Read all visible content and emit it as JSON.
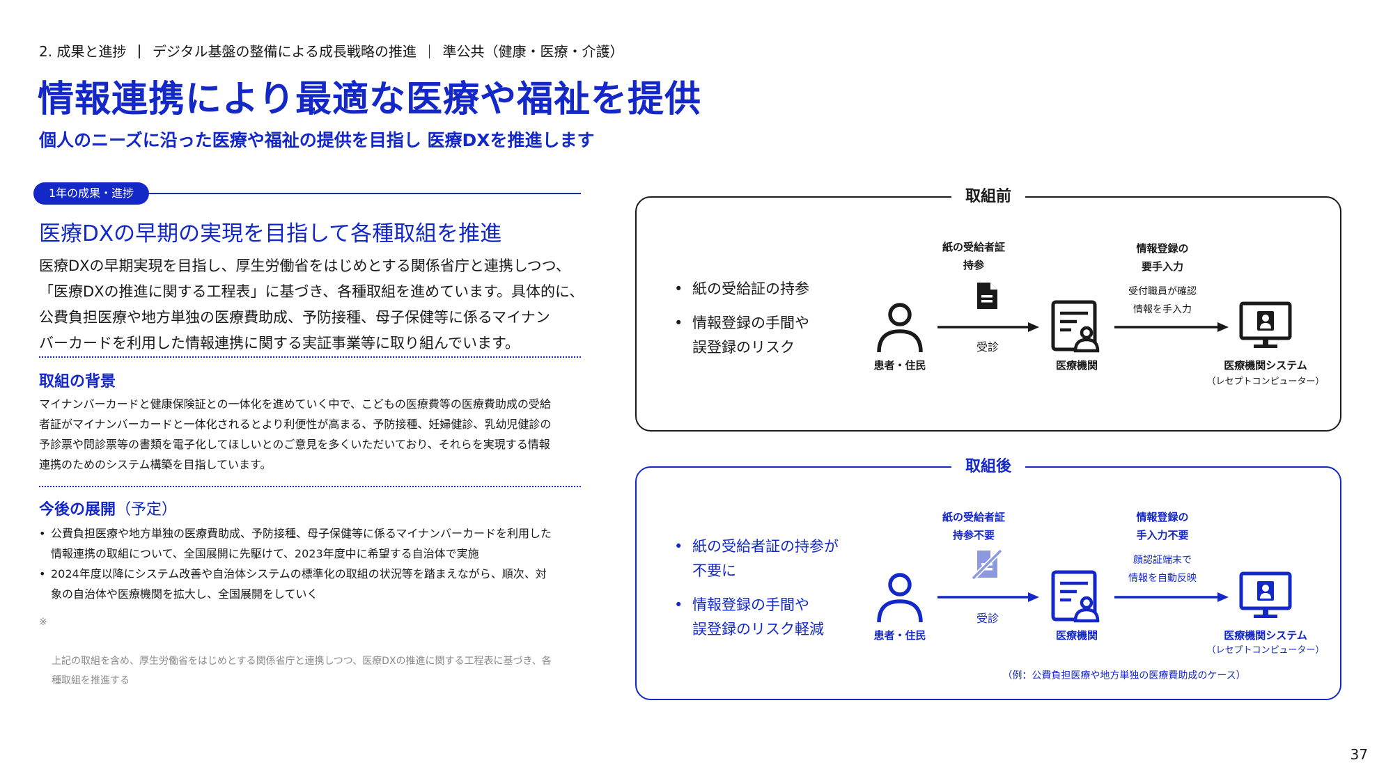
{
  "breadcrumb": [
    "2. 成果と進捗",
    "デジタル基盤の整備による成長戦略の推進",
    "準公共（健康・医療・介護）"
  ],
  "page_title": "情報連携により最適な医療や福祉を提供",
  "page_subtitle": "個人のニーズに沿った医療や福祉の提供を目指し 医療DXを推進します",
  "left": {
    "badge": "1年の成果・進捗",
    "heading": "医療DXの早期の実現を目指して各種取組を推進",
    "lead": "医療DXの早期実現を目指し、厚生労働省をはじめとする関係省庁と連携しつつ、\n「医療DXの推進に関する工程表」に基づき、各種取組を進めています。具体的に、\n公費負担医療や地方単独の医療費助成、予防接種、母子保健等に係るマイナン\nバーカードを利用した情報連携に関する実証事業等に取り組んでいます。",
    "background_heading": "取組の背景",
    "background_text": "マイナンバーカードと健康保険証との一体化を進めていく中で、こどもの医療費等の医療費助成の受給\n者証がマイナンバーカードと一体化されるとより利便性が高まる、予防接種、妊婦健診、乳幼児健診の\n予診票や問診票等の書類を電子化してほしいとのご意見を多くいただいており、それらを実現する情報\n連携のためのシステム構築を目指しています。",
    "future_heading": "今後の展開",
    "future_heading_suffix": "（予定）",
    "future_items": [
      "公費負担医療や地方単独の医療費助成、予防接種、母子保健等に係るマイナンバーカードを利用した\n情報連携の取組について、全国展開に先駆けて、2023年度中に希望する自治体で実施",
      "2024年度以降にシステム改善や自治体システムの標準化の取組の状況等を踏まえながら、順次、対\n象の自治体や医療機関を拡大し、全国展開をしていく"
    ],
    "note_mark": "※",
    "note": "上記の取組を含め、厚生労働省をはじめとする関係省庁と連携しつつ、医療DXの推進に関する工程表に基づき、各\n種取組を推進する"
  },
  "before": {
    "label": "取組前",
    "points": [
      "紙の受給証の持参",
      "情報登録の手間や\n誤登録のリスク"
    ],
    "top_label_1": "紙の受給者証\n持参",
    "top_label_2": "情報登録の\n要手入力",
    "top_sub_2": "受付職員が確認\n情報を手入力",
    "arrow_label": "受診",
    "node_patient": "患者・住民",
    "node_hospital": "医療機関",
    "node_system": "医療機関システム",
    "node_system_sub": "（レセプトコンピューター）"
  },
  "after": {
    "label": "取組後",
    "points": [
      "紙の受給者証の持参が\n不要に",
      "情報登録の手間や\n誤登録のリスク軽減"
    ],
    "top_label_1": "紙の受給者証\n持参不要",
    "top_label_2": "情報登録の\n手入力不要",
    "top_sub_2": "顔認証端末で\n情報を自動反映",
    "arrow_label": "受診",
    "node_patient": "患者・住民",
    "node_hospital": "医療機関",
    "node_system": "医療機関システム",
    "node_system_sub": "（レセプトコンピューター）",
    "example": "（例：公費負担医療や地方単独の医療費助成のケース）"
  },
  "page_number": "37",
  "colors": {
    "brand_blue": "#1428c8",
    "text": "#1a1a1a",
    "muted": "#8a8a8a",
    "faded_icon": "#8c99e0"
  },
  "icons": [
    "person-icon",
    "document-icon",
    "arrow-right-icon",
    "hospital-form-icon",
    "monitor-icon",
    "document-crossed-icon"
  ]
}
